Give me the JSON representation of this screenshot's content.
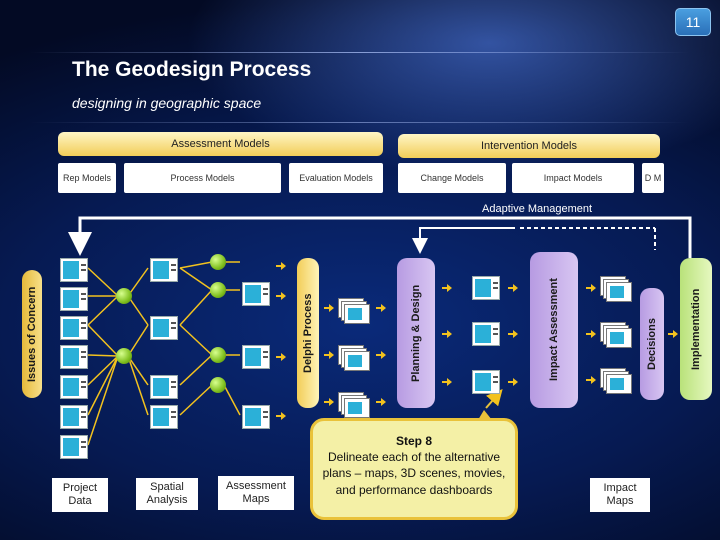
{
  "slide_number": "11",
  "title": "The Geodesign Process",
  "subtitle": "designing in geographic space",
  "header": {
    "assessment_models": "Assessment Models",
    "intervention_models": "Intervention Models",
    "rep_models": "Rep Models",
    "process_models": "Process Models",
    "evaluation_models": "Evaluation Models",
    "change_models": "Change Models",
    "impact_models": "Impact Models",
    "dm": "D M"
  },
  "adaptive_management": "Adaptive Management",
  "stages": {
    "issues_of_concern": "Issues of Concern",
    "delphi_process": "Delphi Process",
    "planning_design": "Planning & Design",
    "impact_assessment": "Impact Assessment",
    "decisions": "Decisions",
    "implementation": "Implementation"
  },
  "outputs": {
    "project_data": "Project Data",
    "spatial_analysis": "Spatial Analysis",
    "assessment_maps": "Assessment Maps",
    "impact_maps": "Impact Maps"
  },
  "callout": {
    "heading": "Step 8",
    "body": "Delineate each of the alternative plans – maps, 3D scenes, movies, and performance dashboards"
  },
  "colors": {
    "gold": "#f2cd58",
    "purple": "#c9b3ec",
    "green": "#d8f3a8",
    "callout_bg": "#f4f0a6"
  }
}
